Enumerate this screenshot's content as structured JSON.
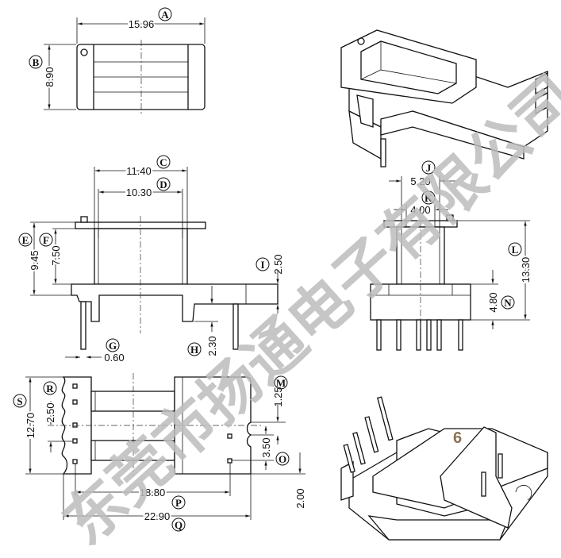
{
  "dimensions": [
    {
      "label": "A",
      "value": "15.96"
    },
    {
      "label": "B",
      "value": "8.90"
    },
    {
      "label": "C",
      "value": "11.40"
    },
    {
      "label": "D",
      "value": "10.30"
    },
    {
      "label": "E",
      "value": "9.45"
    },
    {
      "label": "F",
      "value": "7.50"
    },
    {
      "label": "G",
      "value": "0.60"
    },
    {
      "label": "H",
      "value": "2.30"
    },
    {
      "label": "I",
      "value": "2.50"
    },
    {
      "label": "J",
      "value": "5.20"
    },
    {
      "label": "K",
      "value": "4.00"
    },
    {
      "label": "L",
      "value": "13.30"
    },
    {
      "label": "M",
      "value": "1.25"
    },
    {
      "label": "N",
      "value": "4.80"
    },
    {
      "label": "O",
      "value": "3.50"
    },
    {
      "label": "P",
      "value": "18.80"
    },
    {
      "label": "Q",
      "value": "22.90"
    },
    {
      "label": "R",
      "value": "2.50"
    },
    {
      "label": "S",
      "value": "12.70"
    }
  ],
  "extra_dim": "2.00",
  "page_number": "6",
  "watermark": "东莞市扬通电子有限公司"
}
